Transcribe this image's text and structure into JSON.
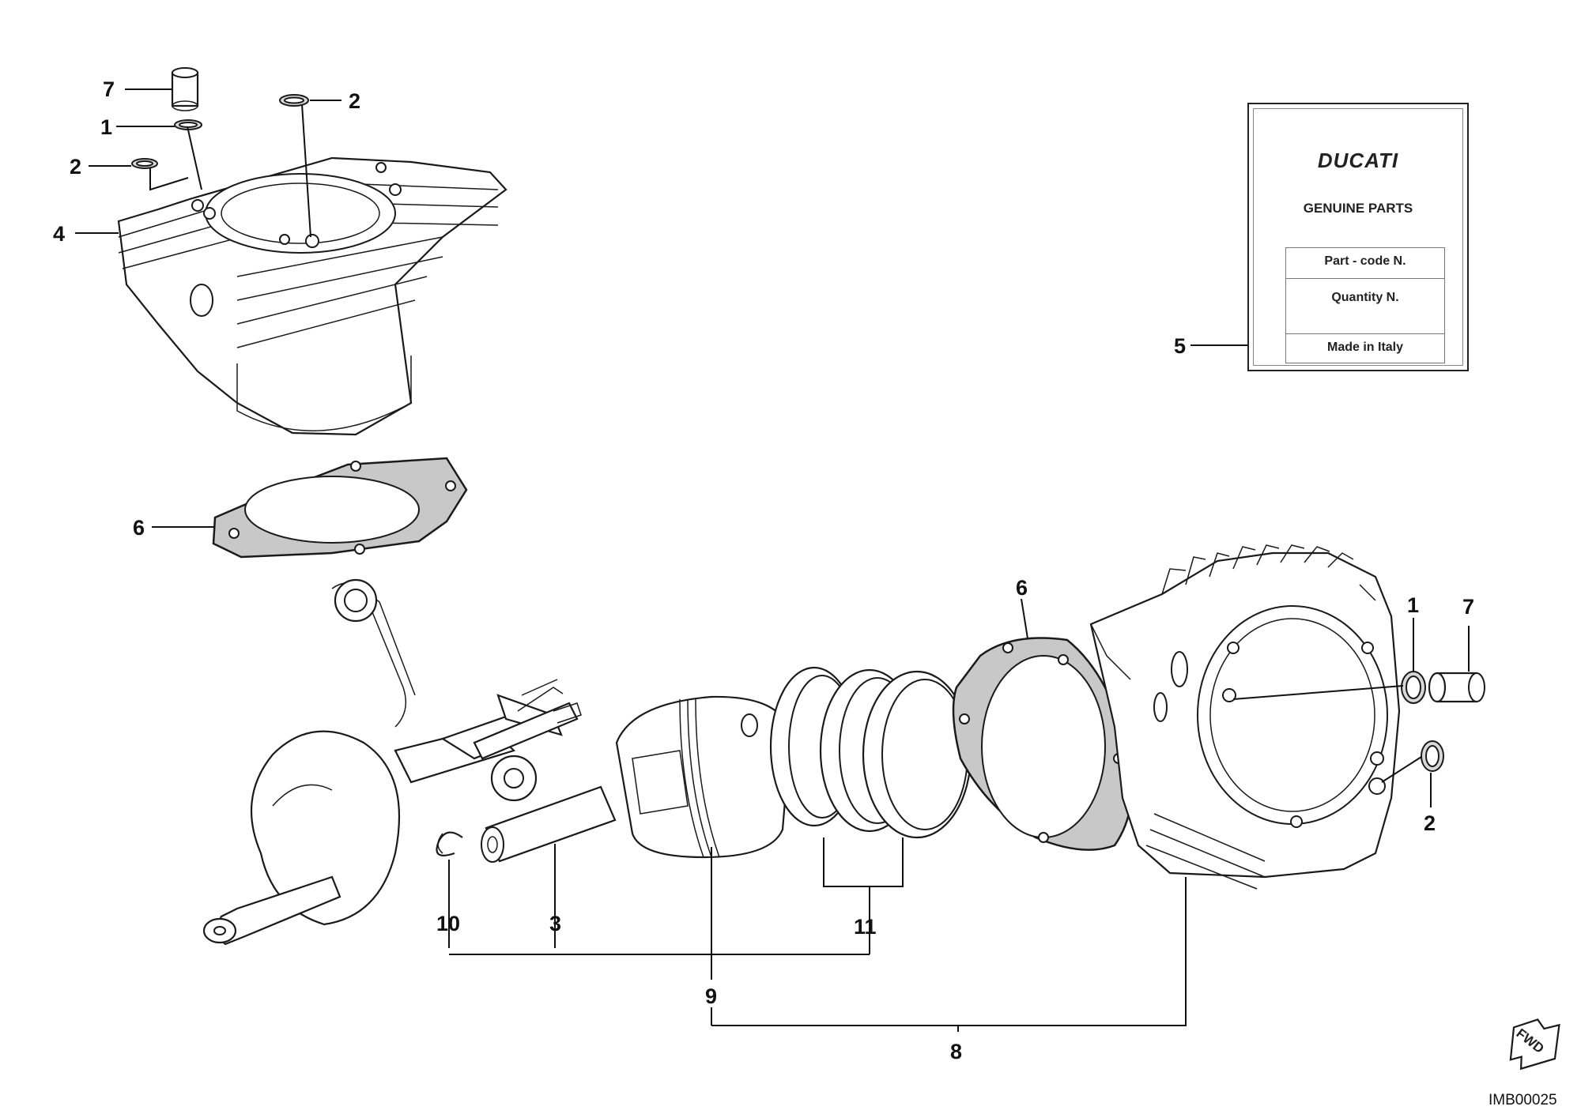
{
  "callouts": {
    "c7_top": "7",
    "c1_top": "1",
    "c2_left": "2",
    "c2_top_right": "2",
    "c4": "4",
    "c6_left": "6",
    "c5": "5",
    "c6_right": "6",
    "c1_right": "1",
    "c7_right": "7",
    "c2_right": "2",
    "c10": "10",
    "c3": "3",
    "c11": "11",
    "c9": "9",
    "c8": "8"
  },
  "label_card": {
    "brand": "DUCATI",
    "subtitle": "GENUINE PARTS",
    "field_part_code": "Part - code N.",
    "field_quantity": "Quantity N.",
    "field_origin": "Made in Italy"
  },
  "fwd_badge": "FWD",
  "reference_code": "IMB00025"
}
